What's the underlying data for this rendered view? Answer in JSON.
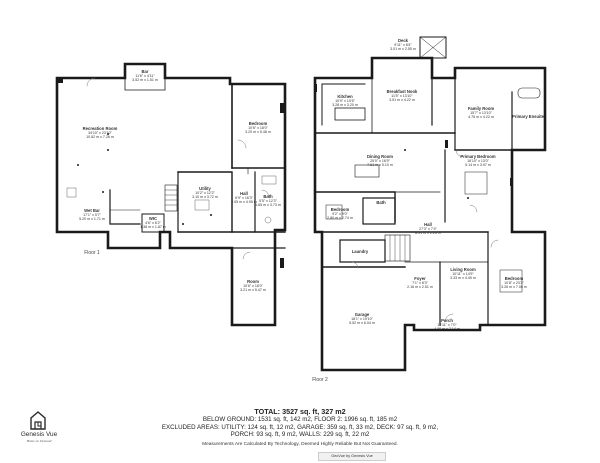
{
  "floor_labels": {
    "floor1": "Floor 1",
    "floor2": "Floor 2"
  },
  "rooms_floor1": [
    {
      "id": "bar",
      "name": "Bar",
      "dims": "11'6\" x 4'11\"",
      "metric": "3.52 m x 1.51 m"
    },
    {
      "id": "recreation",
      "name": "Recreation Room",
      "dims": "34'10\" x 23'10\"",
      "metric": "10.62 m x 7.26 m"
    },
    {
      "id": "bedroom1",
      "name": "Bedroom",
      "dims": "10'6\" x 18'0\"",
      "metric": "3.20 m x 5.48 m"
    },
    {
      "id": "utility",
      "name": "Utility",
      "dims": "10'2\" x 12'2\"",
      "metric": "3.10 m x 3.72 m"
    },
    {
      "id": "hall1",
      "name": "Hall",
      "dims": "6'9\" x 16'3\"",
      "metric": "2.05 m x 4.95 m"
    },
    {
      "id": "bath1",
      "name": "Bath",
      "dims": "5'5\" x 12'3\"",
      "metric": "1.65 m x 3.73 m"
    },
    {
      "id": "wetbar",
      "name": "Wet Bar",
      "dims": "17'1\" x 5'7\"",
      "metric": "5.20 m x 1.71 m"
    },
    {
      "id": "wic",
      "name": "WIC",
      "dims": "4'6\" x 6'2\"",
      "metric": "1.38 m x 1.87 m"
    },
    {
      "id": "room",
      "name": "Room",
      "dims": "10'6\" x 18'0\"",
      "metric": "3.21 m x 5.47 m"
    }
  ],
  "rooms_floor2": [
    {
      "id": "deck",
      "name": "Deck",
      "dims": "9'11\" x 8'4\"",
      "metric": "3.01 m x 2.55 m"
    },
    {
      "id": "breakfast",
      "name": "Breakfast Nook",
      "dims": "11'5\" x 13'10\"",
      "metric": "3.51 m x 4.22 m"
    },
    {
      "id": "kitchen",
      "name": "Kitchen",
      "dims": "10'9\" x 10'6\"",
      "metric": "3.28 m x 3.20 m"
    },
    {
      "id": "family",
      "name": "Family Room",
      "dims": "15'7\" x 13'10\"",
      "metric": "4.75 m x 4.22 m"
    },
    {
      "id": "ensuite",
      "name": "Primary Ensuite",
      "dims": "",
      "metric": ""
    },
    {
      "id": "dining",
      "name": "Dining Room",
      "dims": "25'0\" x 16'9\"",
      "metric": "7.61 m x 5.10 m"
    },
    {
      "id": "primary",
      "name": "Primary Bedroom",
      "dims": "16'10\" x 13'0\"",
      "metric": "5.14 m x 3.97 m"
    },
    {
      "id": "bedroom2",
      "name": "Bedroom",
      "dims": "9'2\" x 9'0\"",
      "metric": "2.80 m x 2.74 m"
    },
    {
      "id": "bath2",
      "name": "Bath",
      "dims": "",
      "metric": ""
    },
    {
      "id": "hall2",
      "name": "Hall",
      "dims": "27'3\" x 7'4\"",
      "metric": "8.31 m x 2.23 m"
    },
    {
      "id": "laundry",
      "name": "Laundry",
      "dims": "",
      "metric": ""
    },
    {
      "id": "foyer",
      "name": "Foyer",
      "dims": "7'1\" x 8'3\"",
      "metric": "2.16 m x 2.51 m"
    },
    {
      "id": "living",
      "name": "Living Room",
      "dims": "10'11\" x 14'9\"",
      "metric": "3.33 m x 4.49 m"
    },
    {
      "id": "bedroom3",
      "name": "Bedroom",
      "dims": "10'8\" x 23'2\"",
      "metric": "3.26 m x 7.06 m"
    },
    {
      "id": "garage",
      "name": "Garage",
      "dims": "18'1\" x 19'10\"",
      "metric": "5.52 m x 6.04 m"
    },
    {
      "id": "porch",
      "name": "Porch",
      "dims": "15'11\" x 7'0\"",
      "metric": "4.86 m x 2.14 m"
    }
  ],
  "totals": {
    "total": "TOTAL: 3527 sq. ft, 327 m2",
    "floors": "BELOW GROUND: 1531 sq. ft, 142 m2, FLOOR 2: 1996 sq. ft, 185 m2",
    "excluded1": "EXCLUDED AREAS: UTILITY: 124 sq. ft, 12 m2, GARAGE: 359 sq. ft, 33 m2, DECK: 97 sq. ft, 9 m2,",
    "excluded2": "PORCH: 93 sq. ft, 9 m2, WALLS: 229 sq. ft, 22 m2"
  },
  "disclaimer": "Measurements Are Calculated By Technology, Deemed Highly Reliable But Not Guaranteed.",
  "brand": {
    "name": "Genesis Vue",
    "tagline": "Home on Demand",
    "badge": "GeoVue by Genesis Vue"
  },
  "colors": {
    "wall": "#1a1a1a",
    "line": "#555555",
    "accent": "#c0392b"
  }
}
